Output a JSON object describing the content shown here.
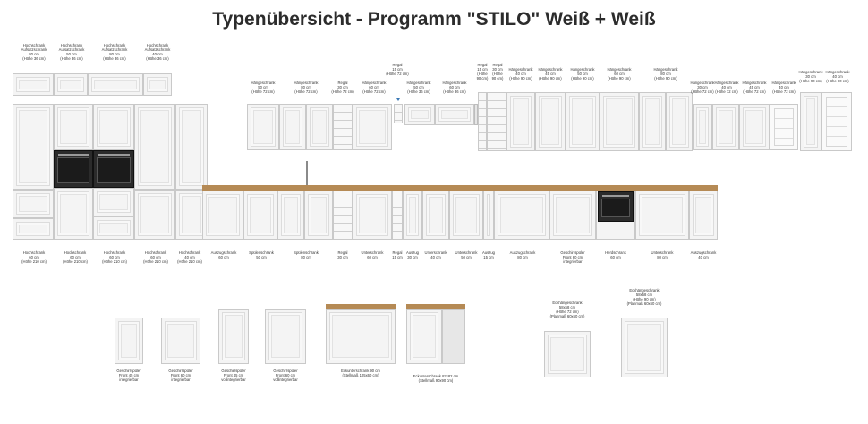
{
  "title": "Typenübersicht - Programm \"STILO\" Weiß + Weiß",
  "top_labels": [
    {
      "id": "l1",
      "text": "Hochschrank\nAufsatzschrank\n80 cm\n(Höhe 36 cm)"
    },
    {
      "id": "l2",
      "text": "Hochschrank\nAufsatzschrank\n50 cm\n(Höhe 36 cm)"
    },
    {
      "id": "l3",
      "text": "Hochschrank\nAufsatzschrank\n80 cm\n(Höhe 36 cm)"
    },
    {
      "id": "l4",
      "text": "Hochschrank\nAufsatzschrank\n40 cm\n(Höhe 36 cm)"
    },
    {
      "id": "l5",
      "text": "Regal\n15 cm\n(Höhe 72 cm)"
    },
    {
      "id": "l6",
      "text": "Hängeschrank\n50 cm\n(Höhe 72 cm)"
    },
    {
      "id": "l7",
      "text": "Hängeschrank\n80 cm\n(Höhe 72 cm)"
    },
    {
      "id": "l8",
      "text": "Regal\n30 cm\n(Höhe 72 cm)"
    },
    {
      "id": "l9",
      "text": "Hängeschrank\n60 cm\n(Höhe 72 cm)"
    },
    {
      "id": "l10",
      "text": "Hängeschrank\n50 cm\n(Höhe 36 cm)"
    },
    {
      "id": "l11",
      "text": "Hängeschrank\n60 cm\n(Höhe 36 cm)"
    },
    {
      "id": "l12",
      "text": "Regal\n15 cm\n(Höhe\n90 cm)"
    },
    {
      "id": "l13",
      "text": "Regal\n30 cm\n(Höhe\n90 cm)"
    },
    {
      "id": "l14",
      "text": "Hängeschrank\n40 cm\n(Höhe 90 cm)"
    },
    {
      "id": "l15",
      "text": "Hängeschrank\n45 cm\n(Höhe 90 cm)"
    },
    {
      "id": "l16",
      "text": "Hängeschrank\n50 cm\n(Höhe 90 cm)"
    },
    {
      "id": "l17",
      "text": "Hängeschrank\n60 cm\n(Höhe 90 cm)"
    },
    {
      "id": "l18",
      "text": "Hängeschrank\n80 cm\n(Höhe 90 cm)"
    },
    {
      "id": "l19",
      "text": "Hängeschrank\n30 cm\n(Höhe 72 cm)"
    },
    {
      "id": "l20",
      "text": "Hängeschrank\n40 cm\n(Höhe 72 cm)"
    },
    {
      "id": "l21",
      "text": "Hängeschrank\n45 cm\n(Höhe 72 cm)"
    },
    {
      "id": "l22",
      "text": "Hängeschrank\n40 cm\n(Höhe 72 cm)"
    },
    {
      "id": "l23",
      "text": "Hängeschrank\n30 cm\n(Höhe 90 cm)"
    },
    {
      "id": "l24",
      "text": "Hängeschrank\n40 cm\n(Höhe 90 cm)"
    }
  ],
  "bottom_labels": [
    {
      "id": "b1",
      "text": "Hochschrank\n60 cm\n(Höhe 210 cm)"
    },
    {
      "id": "b2",
      "text": "Hochschrank\n60 cm\n(Höhe 210 cm)"
    },
    {
      "id": "b3",
      "text": "Hochschrank\n60 cm\n(Höhe 210 cm)"
    },
    {
      "id": "b4",
      "text": "Hochschrank\n60 cm\n(Höhe 210 cm)"
    },
    {
      "id": "b5",
      "text": "Hochschrank\n40 cm\n(Höhe 210 cm)"
    },
    {
      "id": "b6",
      "text": "Auszugschrank\n60 cm"
    },
    {
      "id": "b7",
      "text": "Spülenschrank\n50 cm"
    },
    {
      "id": "b8",
      "text": "Spülenschrank\n80 cm"
    },
    {
      "id": "b9",
      "text": "Regal\n30 cm"
    },
    {
      "id": "b10",
      "text": "Unterschrank\n60 cm"
    },
    {
      "id": "b11",
      "text": "Regal\n15 cm"
    },
    {
      "id": "b12",
      "text": "Auszug\n30 cm"
    },
    {
      "id": "b13",
      "text": "Unterschrank\n40 cm"
    },
    {
      "id": "b14",
      "text": "Unterschrank\n50 cm"
    },
    {
      "id": "b15",
      "text": "Auszug\n15 cm"
    },
    {
      "id": "b16",
      "text": "Auszugschrank\n80 cm"
    },
    {
      "id": "b17",
      "text": "Geschirrspüler\nFront 60 cm\nintegrierbar"
    },
    {
      "id": "b18",
      "text": "Herdschrank\n60 cm"
    },
    {
      "id": "b19",
      "text": "Unterschrank\n80 cm"
    },
    {
      "id": "b20",
      "text": "Auszugschrank\n40 cm"
    }
  ],
  "extra_labels": [
    {
      "id": "e1",
      "text": "Geschirrspüler\nFront 45 cm\nintegrierbar"
    },
    {
      "id": "e2",
      "text": "Geschirrspüler\nFront 60 cm\nintegrierbar"
    },
    {
      "id": "e3",
      "text": "Geschirrspüler\nFront 45 cm\nvollintegrierbar"
    },
    {
      "id": "e4",
      "text": "Geschirrspüler\nFront 60 cm\nvollintegrierbar"
    },
    {
      "id": "e5",
      "text": "Eckunterschrank 90 cm\n(Stellmaß 105x60 cm)"
    },
    {
      "id": "e6",
      "text": "Eckunterschrank 82x82 cm\n(Stellmaß 90x90 cm)"
    },
    {
      "id": "e7",
      "text": "Eckhängeschrank\n58x58 cm\n(Höhe 72 cm)\n(Planmaß 60x60 cm)"
    },
    {
      "id": "e8",
      "text": "Eckhängeschrank\n58x58 cm\n(Höhe 90 cm)\n(Planmaß 60x60 cm)"
    }
  ]
}
